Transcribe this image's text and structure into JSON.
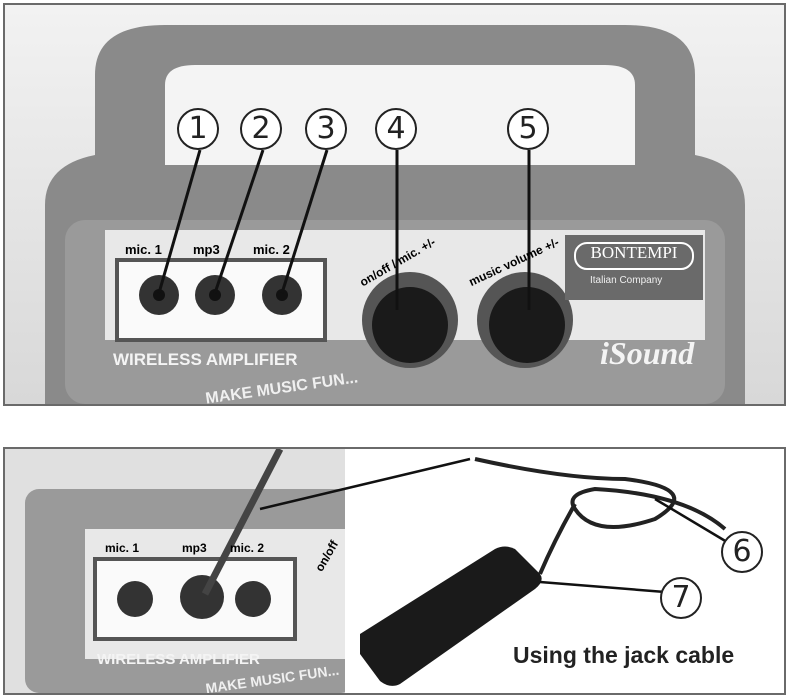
{
  "top_panel": {
    "jack_labels": [
      "mic. 1",
      "mp3",
      "mic. 2"
    ],
    "knob_labels": [
      "on/off / mic. +/-",
      "music volume +/-"
    ],
    "brand": "BONTEMPI",
    "brand_sub": "Italian Company",
    "product": "iSound",
    "device_title": "WIRELESS AMPLIFIER",
    "slogan": "MAKE MUSIC FUN...",
    "callouts": [
      "1",
      "2",
      "3",
      "4",
      "5"
    ]
  },
  "bottom_panel": {
    "jack_labels": [
      "mic. 1",
      "mp3",
      "mic. 2"
    ],
    "knob_label": "on/off",
    "device_title": "WIRELESS AMPLIFIER",
    "slogan": "MAKE MUSIC FUN...",
    "callouts": [
      "6",
      "7"
    ],
    "caption": "Using the jack cable"
  }
}
